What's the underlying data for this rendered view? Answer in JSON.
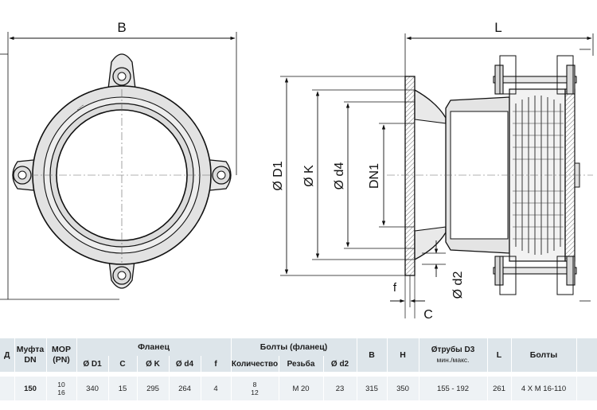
{
  "drawing": {
    "front_view": {
      "dim_B": "B"
    },
    "side_view": {
      "dim_L": "L",
      "dim_D1": "Ø D1",
      "dim_K": "Ø K",
      "dim_d4": "Ø d4",
      "dim_DN1": "DN1",
      "dim_d2": "Ø d2",
      "dim_f": "f",
      "dim_C": "C"
    }
  },
  "table": {
    "headers": {
      "dn_cut": "Д",
      "coupling_dn": [
        "Муфта",
        "DN"
      ],
      "mop_pn": [
        "MOP",
        "(PN)"
      ],
      "flange": "Фланец",
      "flange_cols": [
        "Ø D1",
        "C",
        "Ø K",
        "Ø d4",
        "f"
      ],
      "bolts_flange": "Болты (фланец)",
      "bolts_flange_cols": [
        "Количество",
        "Резьба",
        "Ø d2"
      ],
      "B": "B",
      "H": "H",
      "pipe_d3": [
        "Øтрубы D3",
        "мин./макс."
      ],
      "L": "L",
      "bolts": "Болты"
    },
    "row": {
      "dn": "150",
      "mop": [
        "10",
        "16"
      ],
      "D1": "340",
      "C": "15",
      "K": "295",
      "d4": "264",
      "f": "4",
      "qty": [
        "8",
        "12"
      ],
      "thread": "M 20",
      "d2": "23",
      "B": "315",
      "H": "350",
      "pipe_d3": "155 - 192",
      "L": "261",
      "bolts": "4 X M 16-110"
    }
  }
}
